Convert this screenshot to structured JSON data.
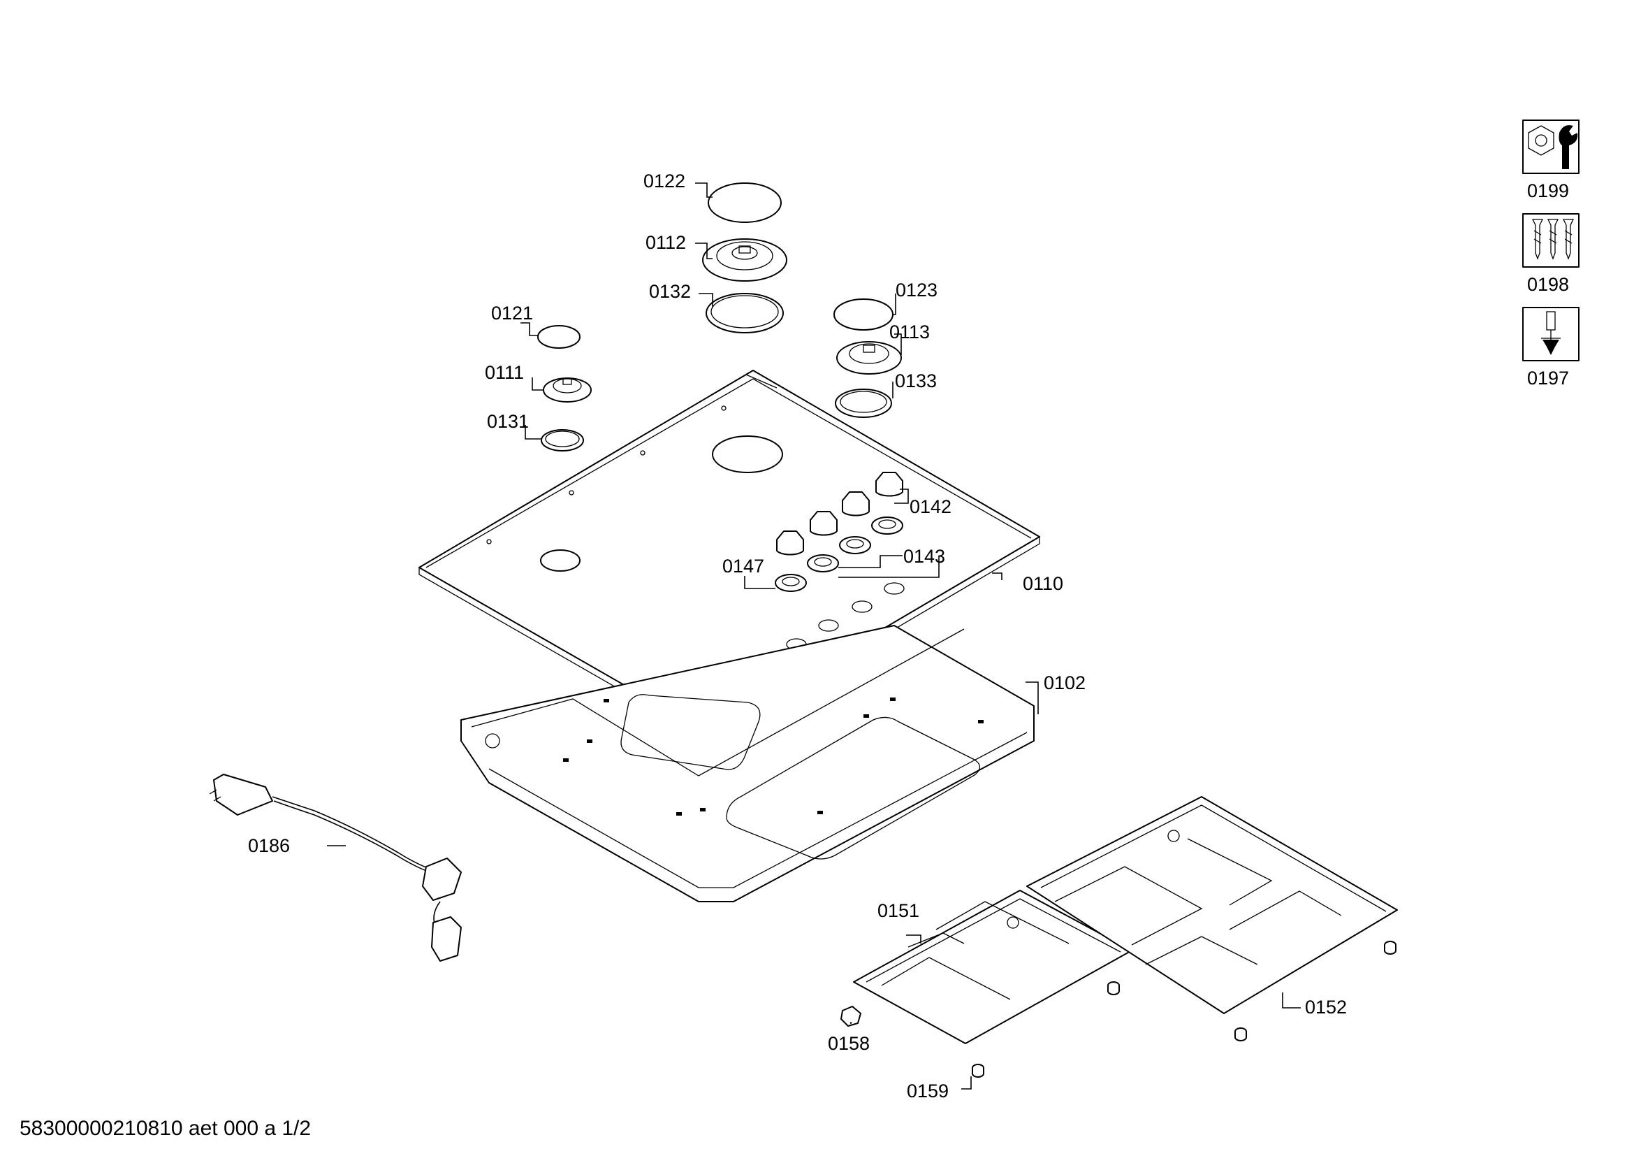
{
  "callouts": {
    "c0122": "0122",
    "c0112": "0112",
    "c0132": "0132",
    "c0121": "0121",
    "c0111": "0111",
    "c0131": "0131",
    "c0123": "0123",
    "c0113": "0113",
    "c0133": "0133",
    "c0142": "0142",
    "c0143": "0143",
    "c0147": "0147",
    "c0110": "0110",
    "c0102": "0102",
    "c0186": "0186",
    "c0151": "0151",
    "c0152": "0152",
    "c0158": "0158",
    "c0159": "0159"
  },
  "legend": [
    {
      "number": "0199",
      "icon": "nut-and-wrench-icon"
    },
    {
      "number": "0198",
      "icon": "screws-icon"
    },
    {
      "number": "0197",
      "icon": "screwdriver-icon"
    }
  ],
  "footer": "58300000210810 aet 000 a 1/2"
}
